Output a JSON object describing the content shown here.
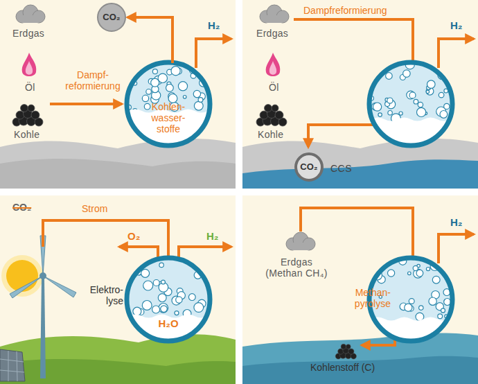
{
  "diagram": {
    "nodes": [
      {
        "text": [
          "CO₂"
        ]
      },
      {
        "text": [
          "Kohlen- wasser- stoffe"
        ]
      },
      {
        "text": [
          "CO₂",
          "CCS"
        ]
      },
      {
        "text": [
          "H₂O"
        ]
      }
    ],
    "edges": [
      {
        "from": 1,
        "to": 0,
        "arrow": "to"
      }
    ],
    "labels": [
      "Erdgas",
      "Öl",
      "Kohle",
      "Dampf- reformierung",
      "H₂",
      "Erdgas",
      "Öl",
      "Kohle",
      "Dampfreformierung",
      "H₂",
      "CO₂",
      "Strom",
      "O₂",
      "H₂",
      "Elektro- lyse",
      "Erdgas (Methan CH₄)",
      "H₂",
      "Methan- pyrolyse",
      "Kohlenstoff (C)"
    ]
  }
}
